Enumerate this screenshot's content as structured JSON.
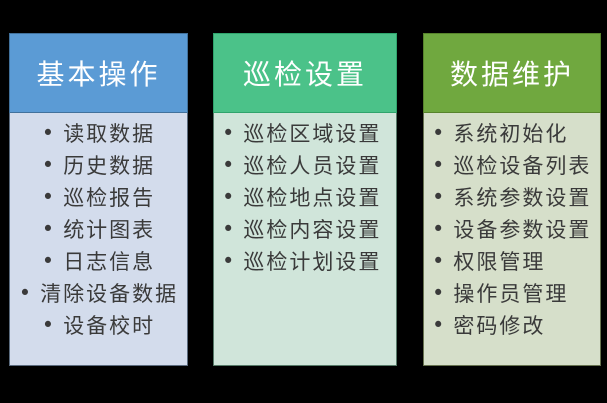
{
  "canvas": {
    "background": "#000000"
  },
  "bullet": "•",
  "item_text_color": "#3A3A3A",
  "columns": [
    {
      "id": "basic-operations",
      "title": "基本操作",
      "header_color": "#5B9BD5",
      "header_border_color": "#41719C",
      "header_text_color": "#FFFFFF",
      "body_color": "#D3DCEC",
      "body_border_color": "#5B6B7E",
      "align": "center",
      "items": [
        "读取数据",
        "历史数据",
        "巡检报告",
        "统计图表",
        "日志信息",
        "清除设备数据",
        "设备校时"
      ]
    },
    {
      "id": "inspection-settings",
      "title": "巡检设置",
      "header_color": "#4BC289",
      "header_border_color": "#2FA46C",
      "header_text_color": "#FFFFFF",
      "body_color": "#D0E5DA",
      "body_border_color": "#567A68",
      "align": "left",
      "items": [
        "巡检区域设置",
        "巡检人员设置",
        "巡检地点设置",
        "巡检内容设置",
        "巡检计划设置"
      ]
    },
    {
      "id": "data-maintenance",
      "title": "数据维护",
      "header_color": "#70A83F",
      "header_border_color": "#57832C",
      "header_text_color": "#FFFFFF",
      "body_color": "#D6DFCA",
      "body_border_color": "#66724F",
      "align": "left",
      "items": [
        "系统初始化",
        "巡检设备列表",
        "系统参数设置",
        "设备参数设置",
        "权限管理",
        "操作员管理",
        "密码修改"
      ]
    }
  ]
}
